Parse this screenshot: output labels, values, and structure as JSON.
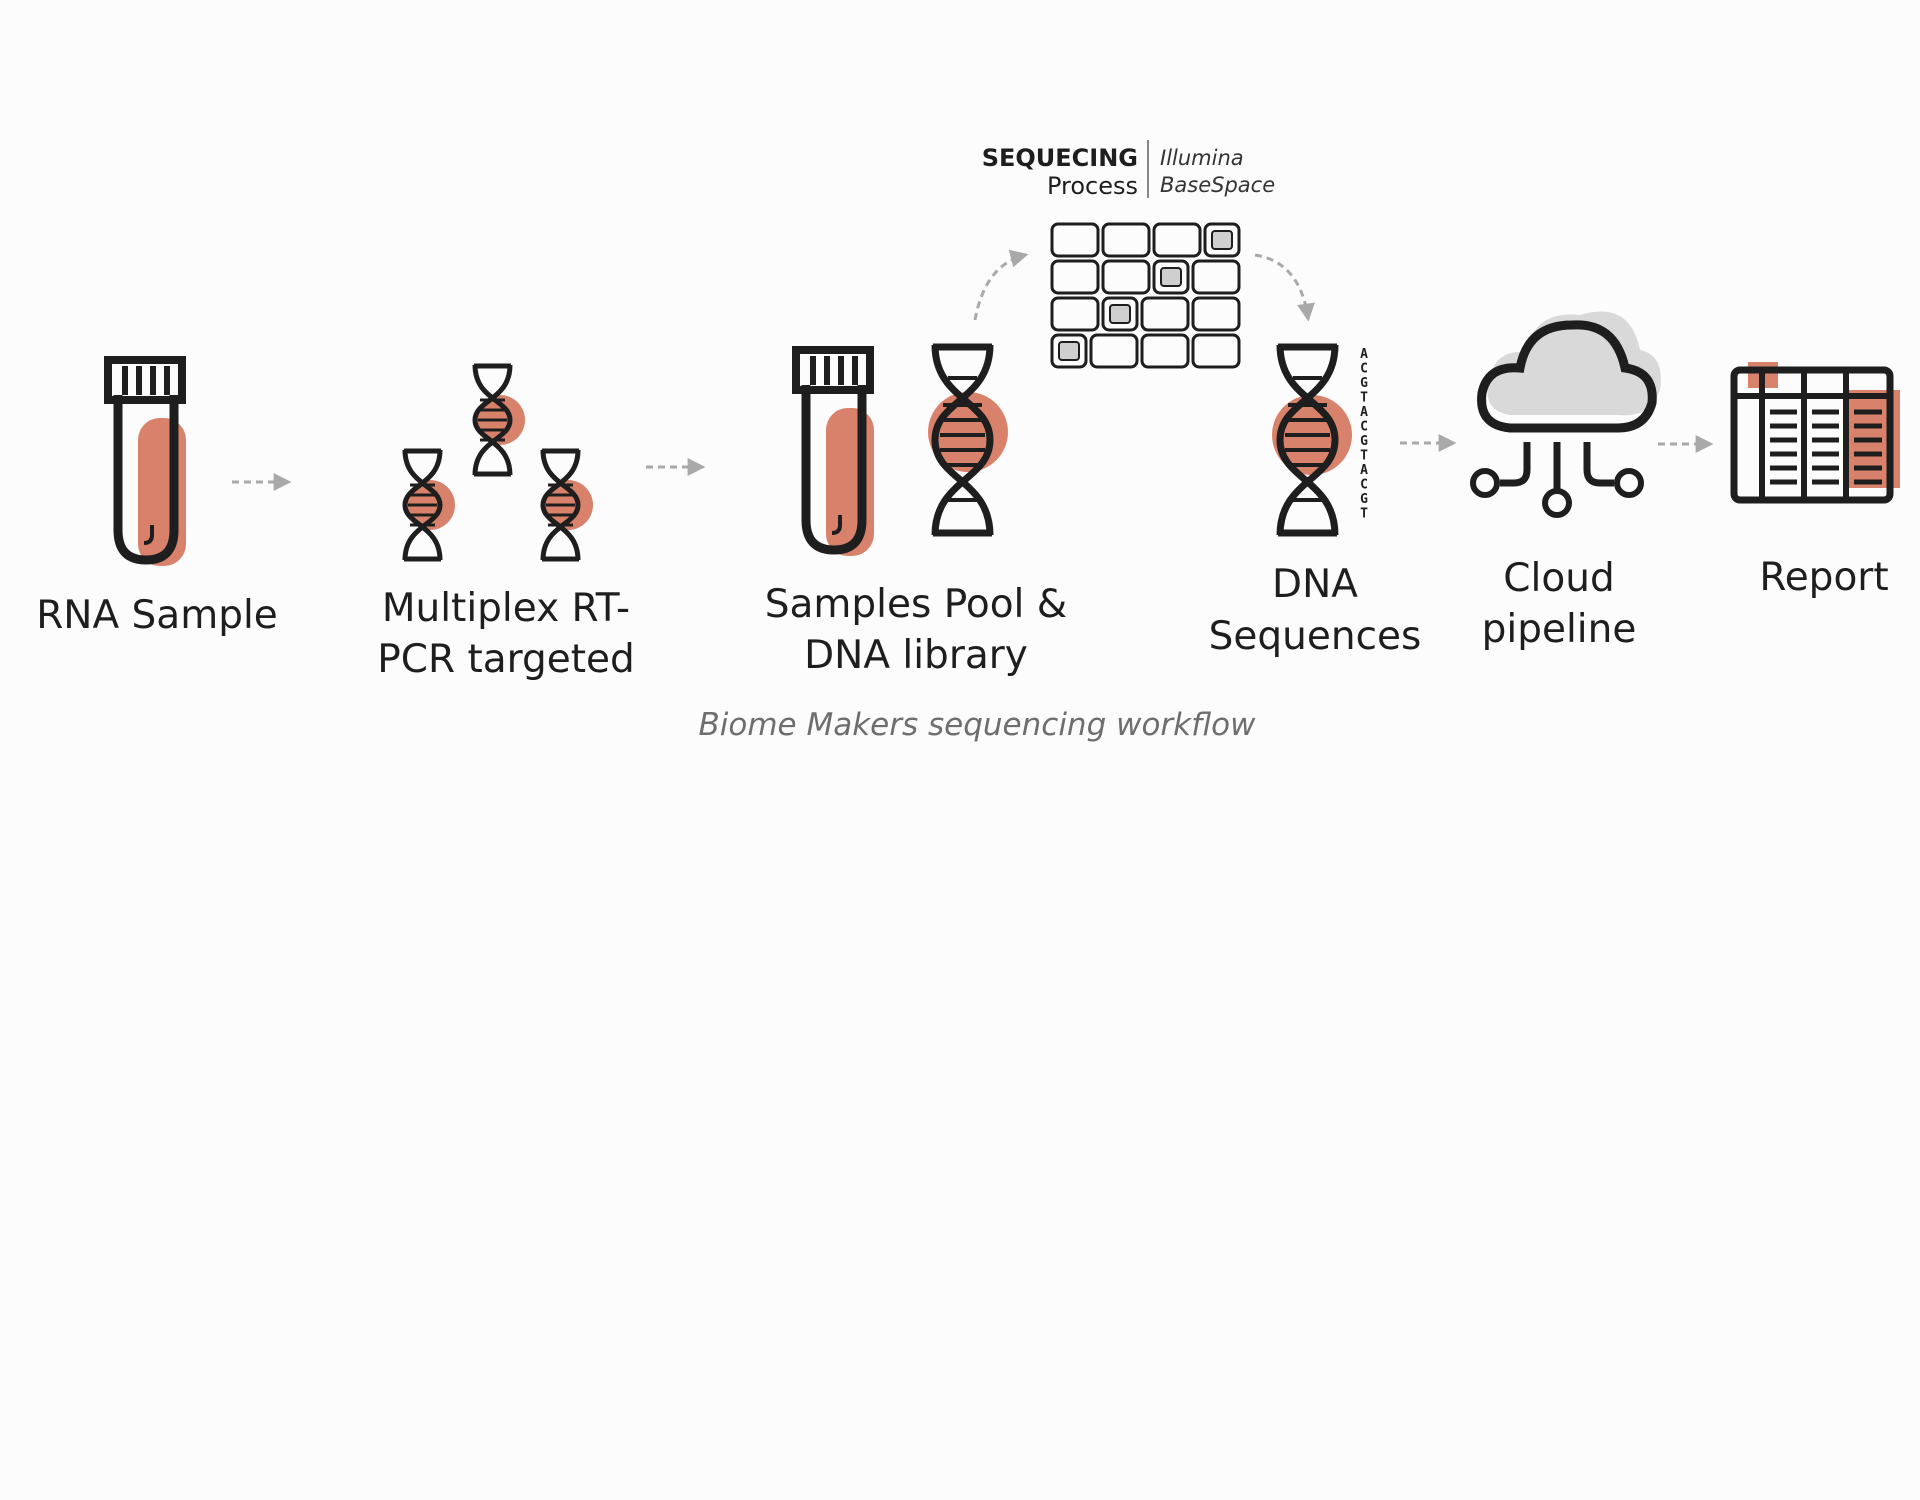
{
  "header": {
    "sequencing_bold": "SEQUECING",
    "sequencing_process": "Process",
    "platform_line1": "Illumina",
    "platform_line2": "BaseSpace"
  },
  "steps": [
    {
      "line1": "RNA Sample",
      "line2": "",
      "icon": "test-tube-icon"
    },
    {
      "line1": "Multiplex RT-",
      "line2": "PCR targeted",
      "icon": "dna-strands-icon"
    },
    {
      "line1": "Samples Pool &",
      "line2": "DNA library",
      "icon": "tube-and-dna-icon"
    },
    {
      "line1": "DNA",
      "line2": "Sequences",
      "icon": "dna-sequence-icon"
    },
    {
      "line1": "Cloud",
      "line2": "pipeline",
      "icon": "cloud-pipeline-icon"
    },
    {
      "line1": "Report",
      "line2": "",
      "icon": "report-table-icon"
    }
  ],
  "dna_bases": [
    "A",
    "C",
    "G",
    "T",
    "A",
    "C",
    "G",
    "T",
    "A",
    "C",
    "G",
    "T"
  ],
  "caption": "Biome Makers sequencing workflow",
  "colors": {
    "accent": "#d9826b",
    "ink": "#1e1e1e",
    "arrow": "#a9a9a9",
    "cloud_fill": "#d9d9d9"
  }
}
